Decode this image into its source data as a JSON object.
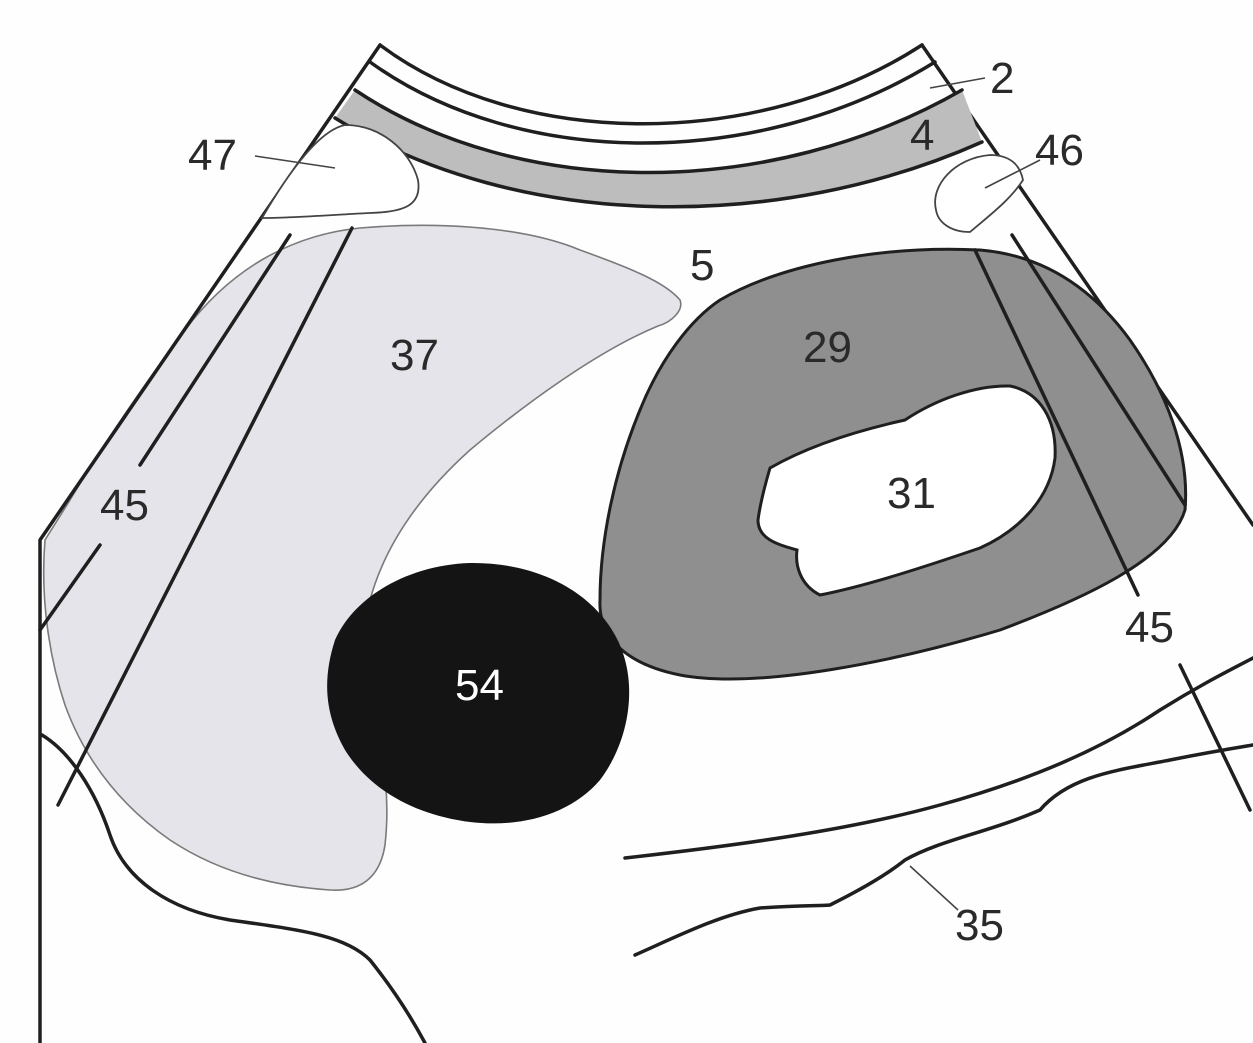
{
  "diagram": {
    "colors": {
      "background": "#fefefe",
      "line": "#1f1f1f",
      "layer_4": "#bdbdbd",
      "region_37": "#e4e4ea",
      "region_29": "#8f8f8f",
      "region_31": "#ffffff",
      "region_54": "#141414"
    },
    "labels": {
      "l2": "2",
      "l4": "4",
      "l5": "5",
      "l29": "29",
      "l31": "31",
      "l35": "35",
      "l37": "37",
      "l45a": "45",
      "l45b": "45",
      "l46": "46",
      "l47": "47",
      "l54": "54"
    }
  }
}
